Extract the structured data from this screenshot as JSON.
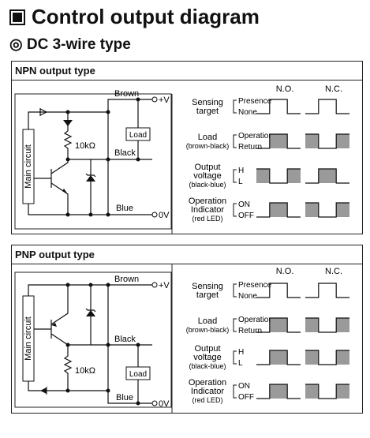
{
  "page": {
    "title": "Control output diagram",
    "subtitle": "◎ DC 3-wire type"
  },
  "npn": {
    "header": "NPN output type",
    "circuit": {
      "main_circuit": "Main circuit",
      "resistor": "10kΩ",
      "brown": "Brown",
      "black": "Black",
      "blue": "Blue",
      "load": "Load",
      "plus_v": "+V",
      "zero_v": "0V"
    },
    "timing": {
      "col_no": "N.O.",
      "col_nc": "N.C.",
      "rows": [
        {
          "name": "Sensing target",
          "line1": "Sensing",
          "line2": "target",
          "line3": "",
          "state_hi": "Presence",
          "state_lo": "None"
        },
        {
          "name": "Load (brown-black)",
          "line1": "Load",
          "line2": "(brown-black)",
          "line3": "",
          "state_hi": "Operation",
          "state_lo": "Return"
        },
        {
          "name": "Output voltage (black-blue)",
          "line1": "Output",
          "line2": "voltage",
          "line3": "(black-blue)",
          "state_hi": "H",
          "state_lo": "L"
        },
        {
          "name": "Operation Indicator (red LED)",
          "line1": "Operation",
          "line2": "Indicator",
          "line3": "(red LED)",
          "state_hi": "ON",
          "state_lo": "OFF"
        }
      ]
    }
  },
  "pnp": {
    "header": "PNP output type",
    "circuit": {
      "main_circuit": "Main circuit",
      "resistor": "10kΩ",
      "brown": "Brown",
      "black": "Black",
      "blue": "Blue",
      "load": "Load",
      "plus_v": "+V",
      "zero_v": "0V"
    },
    "timing": {
      "col_no": "N.O.",
      "col_nc": "N.C.",
      "rows": [
        {
          "name": "Sensing target",
          "line1": "Sensing",
          "line2": "target",
          "line3": "",
          "state_hi": "Presence",
          "state_lo": "None"
        },
        {
          "name": "Load (brown-black)",
          "line1": "Load",
          "line2": "(brown-black)",
          "line3": "",
          "state_hi": "Operation",
          "state_lo": "Return"
        },
        {
          "name": "Output voltage (black-blue)",
          "line1": "Output",
          "line2": "voltage",
          "line3": "(black-blue)",
          "state_hi": "H",
          "state_lo": "L"
        },
        {
          "name": "Operation Indicator (red LED)",
          "line1": "Operation",
          "line2": "Indicator",
          "line3": "(red LED)",
          "state_hi": "ON",
          "state_lo": "OFF"
        }
      ]
    }
  },
  "colors": {
    "wave_fill": "#9a9a9a",
    "line": "#111111"
  }
}
